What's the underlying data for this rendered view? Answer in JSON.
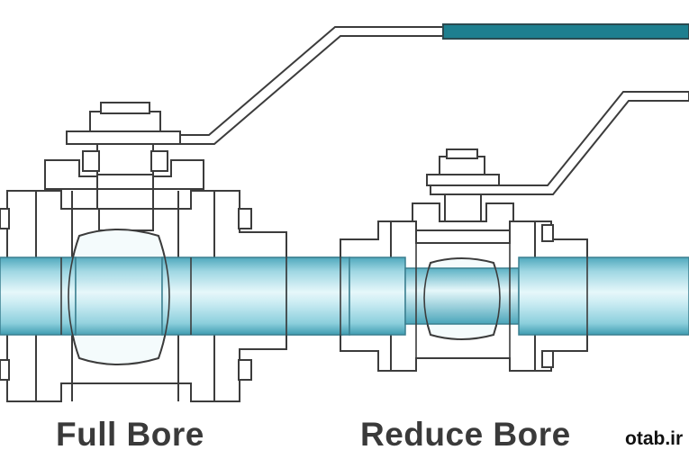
{
  "labels": {
    "full_bore": "Full Bore",
    "reduce_bore": "Reduce Bore"
  },
  "watermark": "otab.ir",
  "colors": {
    "pipe_light": "#d9f2f7",
    "pipe_mid": "#9fd7e3",
    "pipe_dark": "#4fa9bd",
    "handle_grip": "#1d7f8f",
    "outline": "#3c3c3c",
    "body_fill": "#ffffff",
    "text": "#3a3a3a"
  },
  "icons": {
    "full_bore_valve": "ball-valve-full-bore-icon",
    "reduce_bore_valve": "ball-valve-reduce-bore-icon"
  }
}
